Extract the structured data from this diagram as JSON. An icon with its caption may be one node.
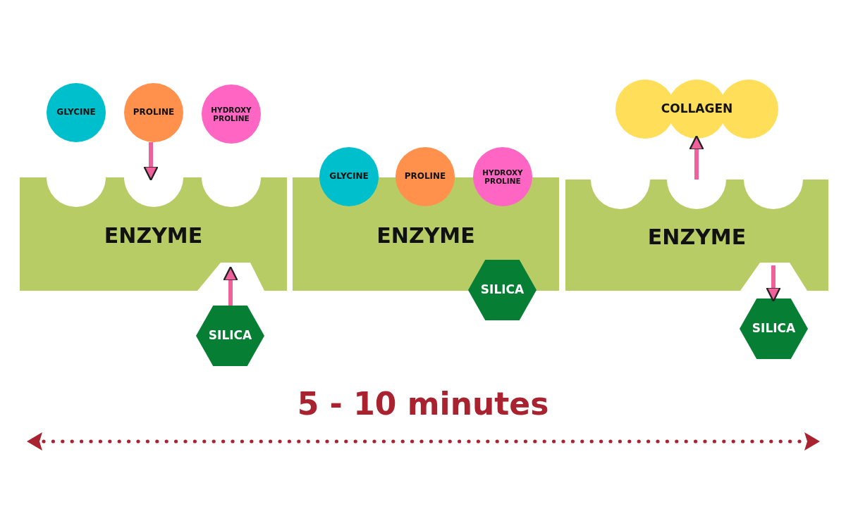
{
  "diagram": {
    "nodes": [
      {
        "text": [
          "GLYCINE"
        ]
      },
      {
        "text": [
          "PROLINE"
        ]
      },
      {
        "text": [
          "HYDROXY PROLINE"
        ]
      },
      {
        "text": [
          "ENZYME"
        ]
      },
      {
        "text": [
          "SILICA"
        ]
      },
      {
        "text": [
          "ENZYME"
        ]
      },
      {
        "text": [
          "GLYCINE"
        ]
      },
      {
        "text": [
          "PROLINE"
        ]
      },
      {
        "text": [
          "HYDROXY PROLINE"
        ]
      },
      {
        "text": [
          "SILICA"
        ]
      },
      {
        "text": [
          "COLLAGEN"
        ]
      },
      {
        "text": [
          "ENZYME"
        ]
      },
      {
        "text": [
          "SILICA"
        ]
      }
    ],
    "edges": [
      {
        "from": 1,
        "to": 3,
        "arrow": "to"
      },
      {
        "from": 4,
        "to": 3,
        "arrow": "to"
      },
      {
        "from": 11,
        "to": 10,
        "arrow": "to"
      },
      {
        "from": 11,
        "to": 12,
        "arrow": "to"
      }
    ],
    "labels": [
      "5 - 10 minutes"
    ]
  }
}
